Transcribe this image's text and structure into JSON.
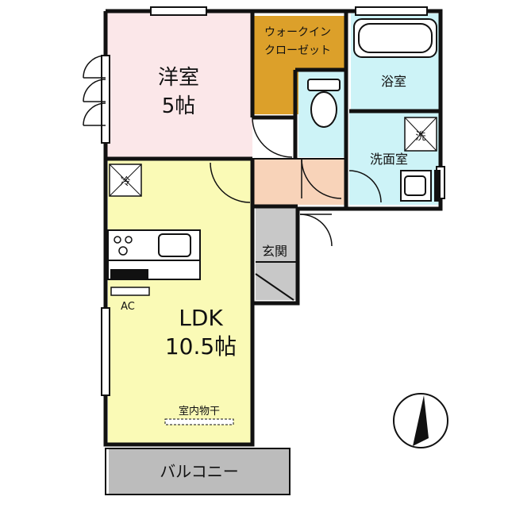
{
  "rooms": {
    "western_room": {
      "name": "洋室",
      "size": "5帖"
    },
    "walk_in_closet": {
      "line1": "ウォークイン",
      "line2": "クローゼット"
    },
    "bathroom": {
      "name": "浴室"
    },
    "washroom": {
      "name": "洗面室"
    },
    "entrance": {
      "name": "玄関"
    },
    "ldk": {
      "name": "LDK",
      "size": "10.5帖"
    },
    "balcony": {
      "name": "バルコニー"
    }
  },
  "labels": {
    "air_conditioner": "AC",
    "indoor_drying": "室内物干",
    "washer_symbol": "洗",
    "fridge_symbol": "冷"
  },
  "colors": {
    "western_room": "#fbe7e9",
    "walk_in_closet": "#dca02a",
    "bathroom": "#cdf3f7",
    "washroom": "#cdf3f7",
    "toilet": "#cdf3f7",
    "hallway": "#f8d3b9",
    "entrance": "#c8c8c8",
    "ldk": "#fafab6",
    "balcony": "#bcbcbc",
    "wall": "#111111"
  },
  "icons": [
    "compass-icon",
    "toilet-icon",
    "bathtub-icon",
    "sink-icon",
    "stove-icon",
    "washer-icon",
    "fridge-icon"
  ]
}
